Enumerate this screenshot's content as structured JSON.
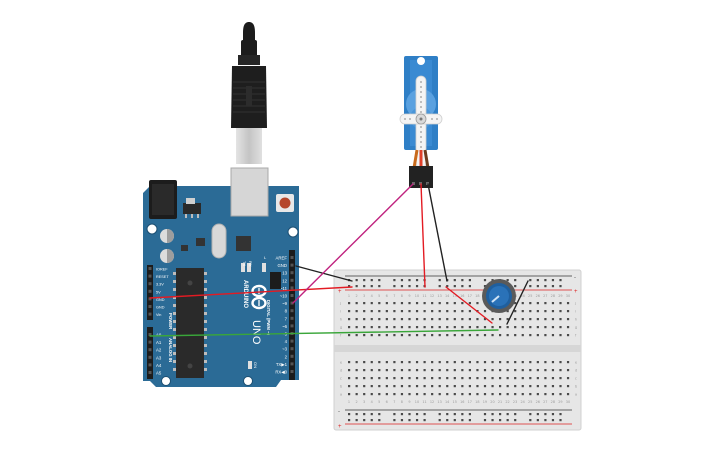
{
  "board": {
    "name": "ARDUINO",
    "model": "UNO",
    "digital_label": "DIGITAL (PWM ~)",
    "power_label": "POWER",
    "analog_label": "ANALOG IN",
    "tx_label": "TX",
    "rx_label": "RX",
    "on_label": "ON",
    "l_label": "L",
    "header_pins": [
      "AREF",
      "GND",
      "13",
      "12",
      "~11",
      "~10",
      "~9",
      "8",
      "7",
      "~6",
      "~5",
      "4",
      "~3",
      "2",
      "TX▶1",
      "RX◀0"
    ],
    "power_pins": [
      "IOREF",
      "RESET",
      "3.3V",
      "5V",
      "GND",
      "GND",
      "Vin"
    ],
    "analog_pins": [
      "A0",
      "A1",
      "A2",
      "A3",
      "A4",
      "A5"
    ]
  },
  "breadboard": {
    "rail_minus": "-",
    "rail_plus": "+",
    "rows_top": [
      "j",
      "i",
      "h",
      "g",
      "f"
    ],
    "rows_bottom": [
      "e",
      "d",
      "c",
      "b",
      "a"
    ],
    "column_labels": [
      "1",
      "2",
      "3",
      "4",
      "5",
      "6",
      "7",
      "8",
      "9",
      "10",
      "11",
      "12",
      "13",
      "14",
      "15",
      "16",
      "17",
      "18",
      "19",
      "20",
      "21",
      "22",
      "23",
      "24",
      "25",
      "26",
      "27",
      "28",
      "29",
      "30"
    ]
  },
  "colors": {
    "board": "#2b6b96",
    "breadboard": "#e6e6e6",
    "servo": "#2f7fc6",
    "wire_red": "#e31b23",
    "wire_black": "#222222",
    "wire_magenta": "#c0237f",
    "wire_green": "#3aa63a"
  },
  "icons": {
    "usb_plug": "usb-cable-icon",
    "servo": "micro-servo-icon",
    "potentiometer": "potentiometer-icon",
    "chip": "atmega-chip-icon",
    "logo": "arduino-infinity-logo"
  }
}
